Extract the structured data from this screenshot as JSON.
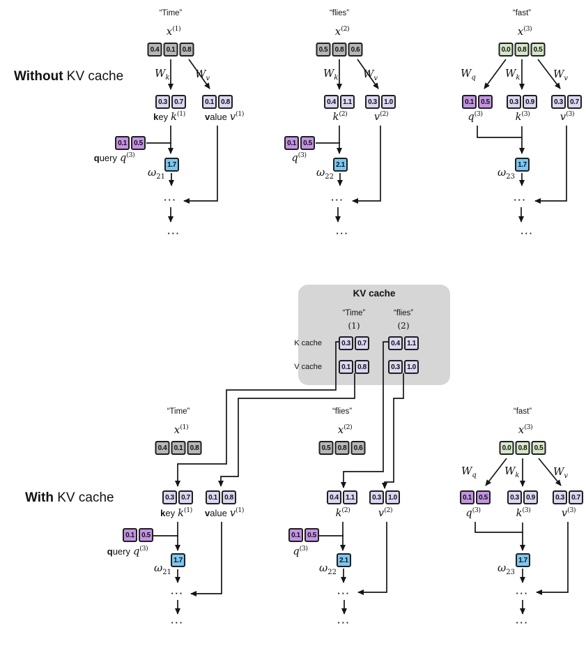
{
  "panels": {
    "without_bold": "Without",
    "without_rest": " KV cache",
    "with_bold": "With",
    "with_rest": " KV cache"
  },
  "symbols": {
    "x": "x",
    "W": "W",
    "k": "k",
    "v": "v",
    "q": "q",
    "omega": "ω",
    "sub_k": "k",
    "sub_v": "v",
    "sub_q": "q",
    "key_bold": "k",
    "key_rest": "ey",
    "value_bold": "v",
    "value_rest": "alue",
    "query_bold": "q",
    "query_rest": "uery",
    "q_sup": "(3)",
    "dots": "▪▪▪"
  },
  "columns": [
    {
      "token": "“Time”",
      "sup": "(1)",
      "x_vals": [
        "0.4",
        "0.1",
        "0.8"
      ],
      "k_vals": [
        "0.3",
        "0.7"
      ],
      "v_vals": [
        "0.1",
        "0.8"
      ],
      "q_vals": [
        "0.1",
        "0.5"
      ],
      "omega_sub": "21",
      "omega_val": "1.7"
    },
    {
      "token": "“flies”",
      "sup": "(2)",
      "x_vals": [
        "0.5",
        "0.8",
        "0.6"
      ],
      "k_vals": [
        "0.4",
        "1.1"
      ],
      "v_vals": [
        "0.3",
        "1.0"
      ],
      "q_vals": [
        "0.1",
        "0.5"
      ],
      "omega_sub": "22",
      "omega_val": "2.1"
    },
    {
      "token": "“fast”",
      "sup": "(3)",
      "x_vals": [
        "0.0",
        "0.8",
        "0.5"
      ],
      "k_vals": [
        "0.3",
        "0.9"
      ],
      "v_vals": [
        "0.3",
        "0.7"
      ],
      "q_vals": [
        "0.1",
        "0.5"
      ],
      "omega_sub": "23",
      "omega_val": "1.7"
    }
  ],
  "kv_cache": {
    "title": "KV cache",
    "k_row_label": "K cache",
    "v_row_label": "V cache",
    "entries": [
      {
        "token": "“Time”",
        "index": "(1)",
        "k_vals": [
          "0.3",
          "0.7"
        ],
        "v_vals": [
          "0.1",
          "0.8"
        ]
      },
      {
        "token": "“flies”",
        "index": "(2)",
        "k_vals": [
          "0.4",
          "1.1"
        ],
        "v_vals": [
          "0.3",
          "1.0"
        ]
      }
    ]
  },
  "colors": {
    "cell_gray": "#b7b7b7",
    "cell_green": "#d5e7c8",
    "cell_lavender": "#dcd7f2",
    "cell_purple": "#c493e4",
    "cell_blue": "#7cc7f0",
    "cache_bg": "#d6d6d6",
    "line": "#151515"
  }
}
